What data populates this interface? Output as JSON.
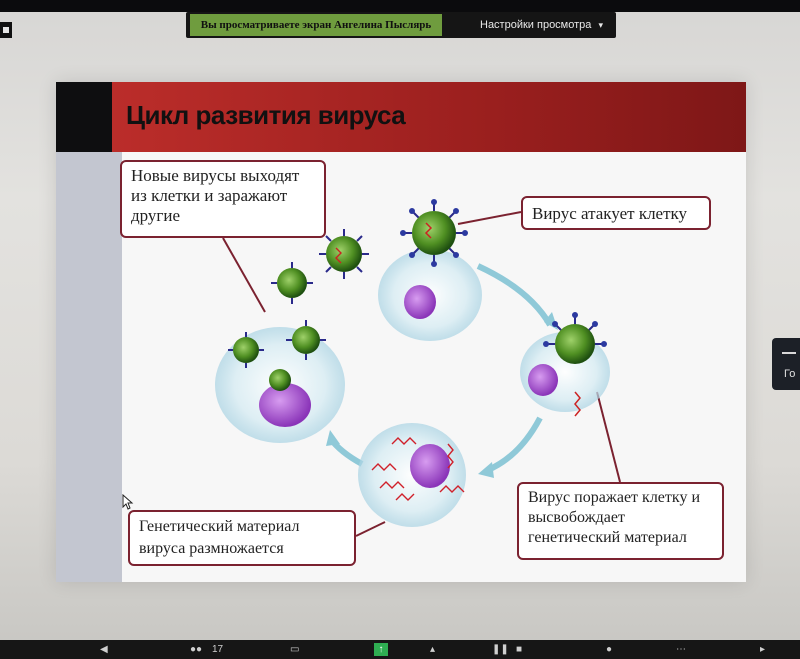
{
  "screen_share": {
    "banner_text": "Вы просматриваете экран Ангелина Пыслярь",
    "view_settings_label": "Настройки просмотра",
    "view_settings_icon": "chevron-down-icon"
  },
  "slide": {
    "title": "Цикл развития вируса",
    "callouts": {
      "new_viruses": "Новые вирусы выходят из клетки и заражают другие",
      "attack": "Вирус атакует клетку",
      "release": "Вирус поражает клетку и высвобождает генетический материал",
      "genetic": "Генетический материал вируса размножается"
    }
  },
  "right_panel": {
    "label": "Го"
  },
  "taskbar": {
    "participants_count": "17"
  },
  "colors": {
    "title_band": "#a82624",
    "banner_green": "#6f9c3e",
    "callout_border": "#7b2230",
    "virus_green": "#5a9a2a",
    "virus_spikes": "#2a2a8a",
    "nucleus": "#9a3fc0",
    "arrow": "#8fc9d8"
  }
}
